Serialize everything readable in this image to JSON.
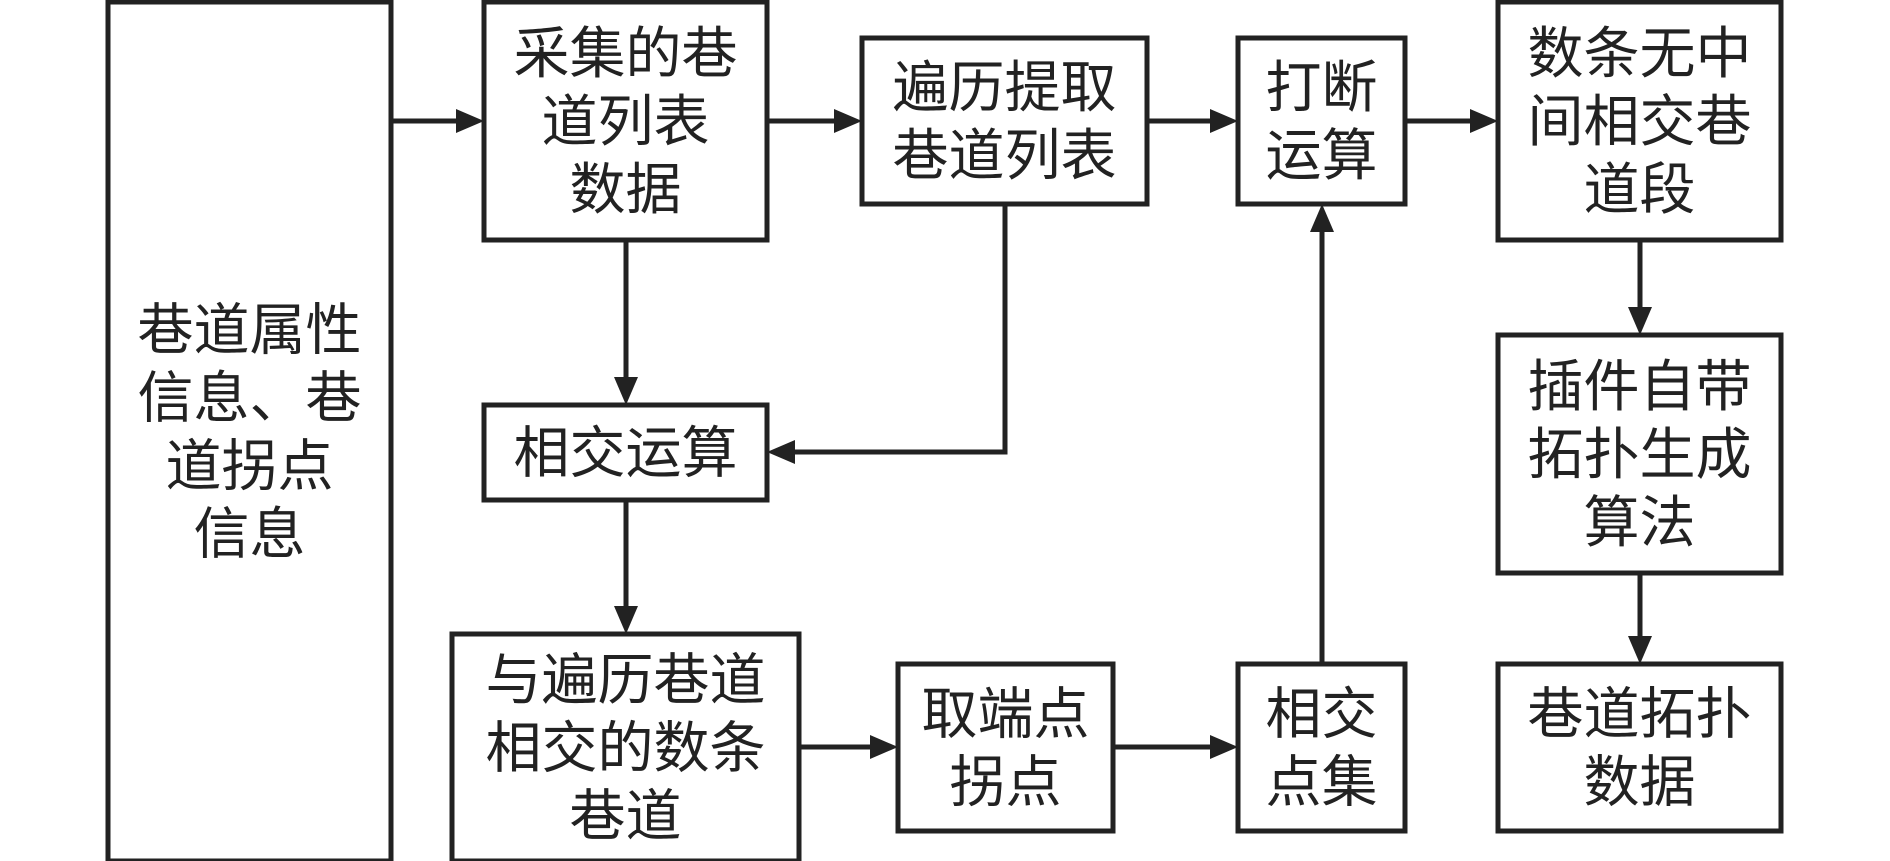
{
  "nodes": [
    {
      "id": "attr",
      "lines": [
        "巷道属性",
        "信息、巷",
        "道拐点",
        "信息"
      ]
    },
    {
      "id": "collected",
      "lines": [
        "采集的巷",
        "道列表",
        "数据"
      ]
    },
    {
      "id": "traverse",
      "lines": [
        "遍历提取",
        "巷道列表"
      ]
    },
    {
      "id": "break",
      "lines": [
        "打断",
        "运算"
      ]
    },
    {
      "id": "segments",
      "lines": [
        "数条无中",
        "间相交巷",
        "道段"
      ]
    },
    {
      "id": "intersect",
      "lines": [
        "相交运算"
      ]
    },
    {
      "id": "plugin",
      "lines": [
        "插件自带",
        "拓扑生成",
        "算法"
      ]
    },
    {
      "id": "roads",
      "lines": [
        "与遍历巷道",
        "相交的数条",
        "巷道"
      ]
    },
    {
      "id": "endpoints",
      "lines": [
        "取端点",
        "拐点"
      ]
    },
    {
      "id": "pointset",
      "lines": [
        "相交",
        "点集"
      ]
    },
    {
      "id": "topology",
      "lines": [
        "巷道拓扑",
        "数据"
      ]
    }
  ],
  "edges": [
    {
      "from": "attr",
      "to": "collected"
    },
    {
      "from": "collected",
      "to": "traverse"
    },
    {
      "from": "traverse",
      "to": "break"
    },
    {
      "from": "break",
      "to": "segments"
    },
    {
      "from": "collected",
      "to": "intersect"
    },
    {
      "from": "traverse",
      "to": "intersect"
    },
    {
      "from": "intersect",
      "to": "roads"
    },
    {
      "from": "roads",
      "to": "endpoints"
    },
    {
      "from": "endpoints",
      "to": "pointset"
    },
    {
      "from": "pointset",
      "to": "break"
    },
    {
      "from": "segments",
      "to": "plugin"
    },
    {
      "from": "plugin",
      "to": "topology"
    }
  ]
}
